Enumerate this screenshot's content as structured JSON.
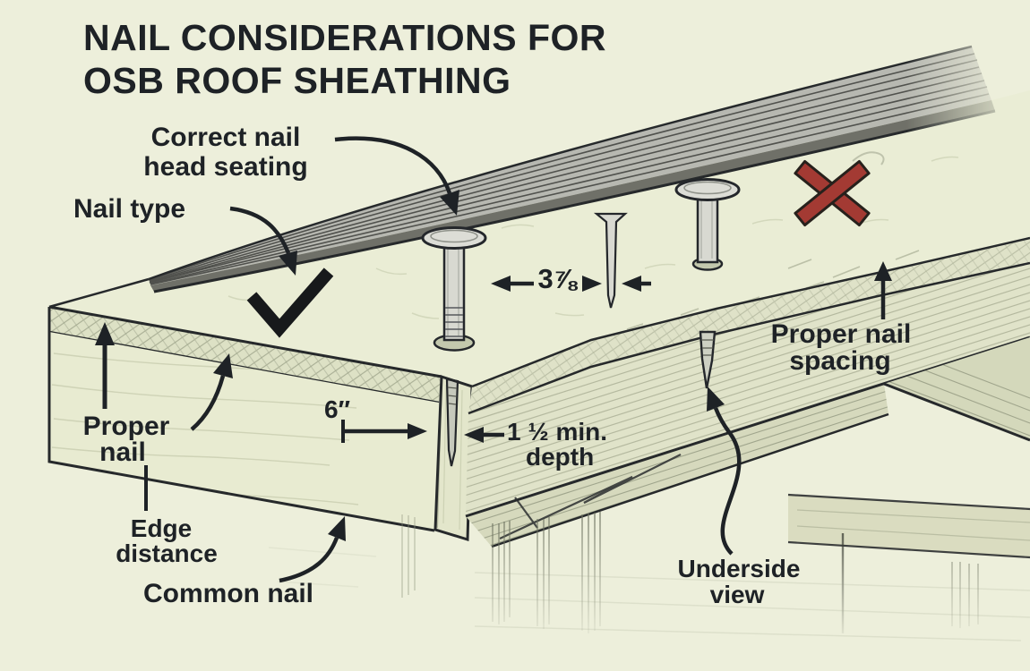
{
  "title": {
    "line1": "NAIL CONSIDERATIONS FOR",
    "line2": "OSB ROOF SHEATHING"
  },
  "labels": {
    "correct_seating": {
      "line1": "Correct nail",
      "line2": "head seating"
    },
    "nail_type": "Nail type",
    "proper_nail": {
      "line1": "Proper",
      "line2": "nail"
    },
    "edge_distance": {
      "line1": "Edge",
      "line2": "distance"
    },
    "common_nail": "Common nail",
    "underside_view": {
      "line1": "Underside",
      "line2": "view"
    },
    "proper_nail_spacing": {
      "line1": "Proper nail",
      "line2": "spacing"
    }
  },
  "dimensions": {
    "nail_spacing": "3⅞",
    "edge_spacing": "6″",
    "depth_line1": "1 ½ min.",
    "depth_line2": "depth"
  },
  "marks": {
    "correct_mark": "checkmark",
    "incorrect_mark": "x-mark"
  },
  "colors": {
    "background": "#edefdb",
    "ink": "#1e2226",
    "panel_top": "#eaedd5",
    "panel_edge": "#dde1c5",
    "fascia": "#e8ebd1",
    "shingle_gray": "#b7b8b1",
    "shingle_shadow": "#6f7068",
    "under_deck": "#e0e3c9",
    "rafter": "#d6d9bd",
    "nail_metal": "#d8d9d1",
    "x_mark_red": "#a33a33"
  }
}
